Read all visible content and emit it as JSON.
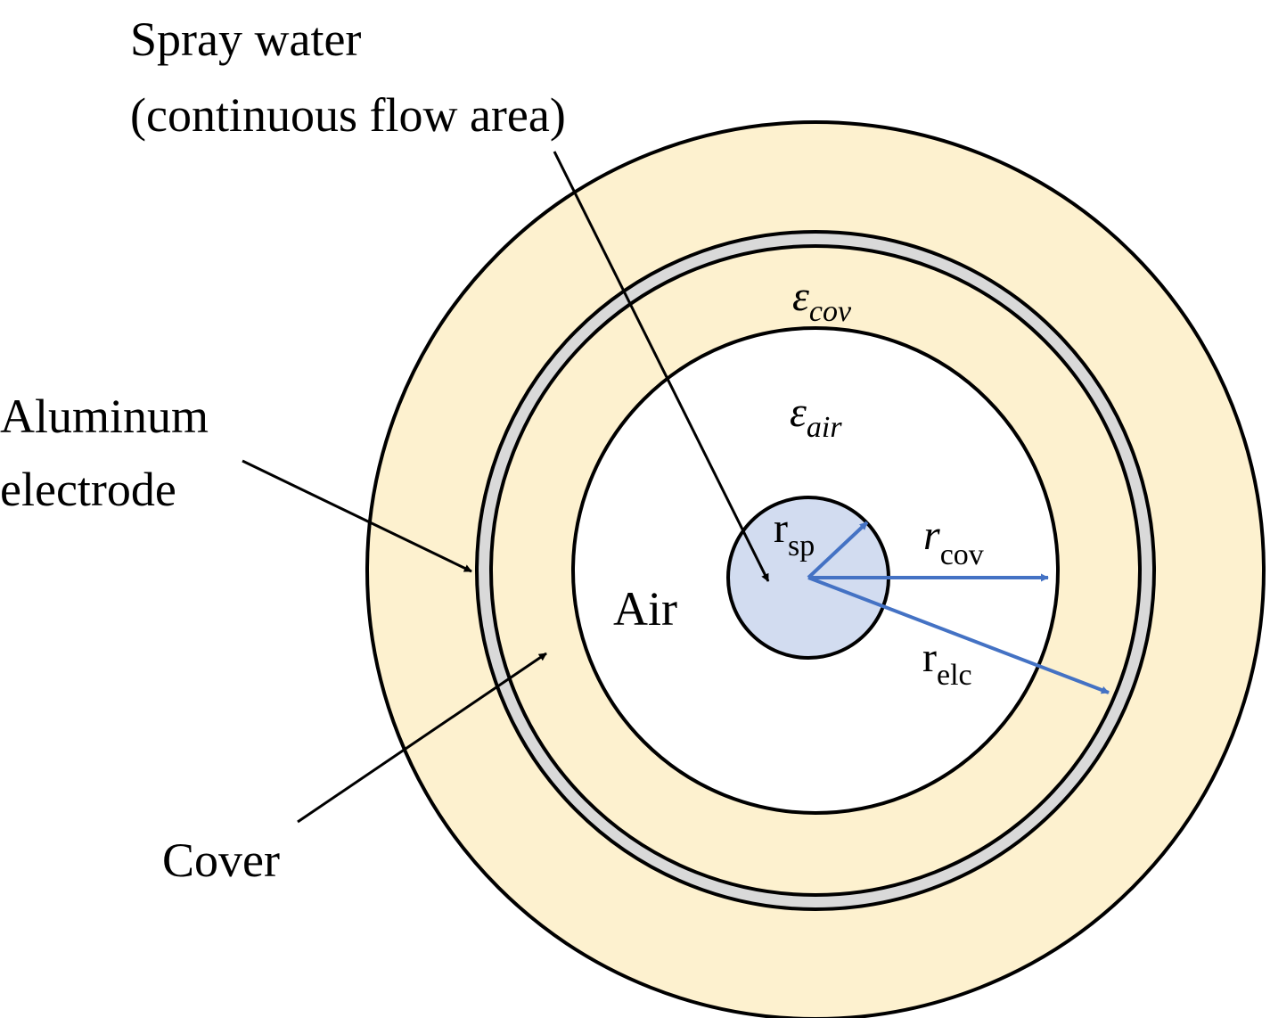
{
  "labels": {
    "spray_line1": "Spray water",
    "spray_line2": "(continuous flow area)",
    "aluminum_line1": "Aluminum",
    "aluminum_line2": "electrode",
    "cover": "Cover",
    "air": "Air"
  },
  "symbols": {
    "eps_cov": {
      "base": "ε",
      "sub": "cov"
    },
    "eps_air": {
      "base": "ε",
      "sub": "air"
    },
    "r_sp": {
      "base": "r",
      "sub": "sp"
    },
    "r_cov": {
      "base": "r",
      "sub": "cov"
    },
    "r_elc": {
      "base": "r",
      "sub": "elc"
    }
  },
  "colors": {
    "cover_fill": "#fdf1cf",
    "electrode_fill": "#d9d9d9",
    "spray_fill": "#d2dcf0",
    "air_fill": "#ffffff",
    "radius_arrow": "#4472c4",
    "outline": "#000000"
  }
}
